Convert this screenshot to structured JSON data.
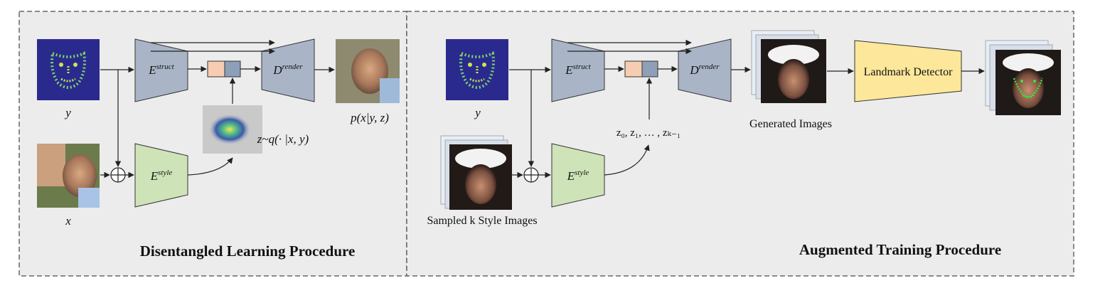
{
  "left_panel": {
    "title": "Disentangled Learning Procedure",
    "y_label": "y",
    "x_label": "x",
    "encoder_struct": {
      "base": "E",
      "sup": "struct"
    },
    "encoder_style": {
      "base": "E",
      "sup": "style"
    },
    "decoder_render": {
      "base": "D",
      "sup": "render"
    },
    "latent_label": "z~q(· |x, y)",
    "output_label": "p(x|y, z)"
  },
  "right_panel": {
    "title": "Augmented Training Procedure",
    "y_label": "y",
    "style_images_label": "Sampled k Style Images",
    "encoder_struct": {
      "base": "E",
      "sup": "struct"
    },
    "encoder_style": {
      "base": "E",
      "sup": "style"
    },
    "decoder_render": {
      "base": "D",
      "sup": "render"
    },
    "latent_seq_label": "z₀, z₁, … , zₖ₋₁",
    "generated_label": "Generated Images",
    "detector_label": "Landmark Detector"
  },
  "colors": {
    "panel_bg": "#ececec",
    "panel_border": "#666666",
    "encoder_struct": "#a9b5c6",
    "decoder": "#a9b5c6",
    "encoder_style": "#cfe3b9",
    "latent_cell_a": "#f6cdb0",
    "latent_cell_b": "#8ea0b8",
    "detector": "#fde79a",
    "landmark_bg": "#2a2a8e",
    "landmark_dot": "#7dd36a"
  },
  "icons": [
    "landmark-heatmap-icon",
    "face-photo-icon",
    "latent-scatter-icon",
    "sum-icon"
  ]
}
